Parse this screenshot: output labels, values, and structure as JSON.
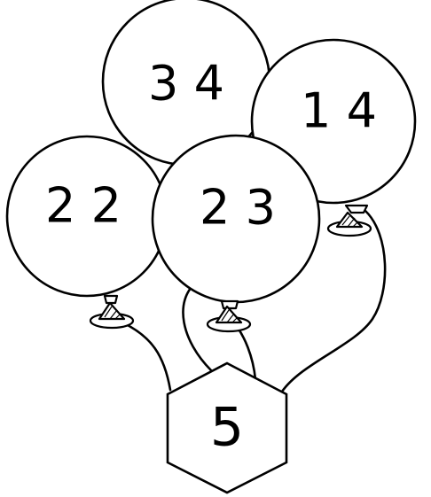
{
  "balloons": [
    {
      "id": "top-left",
      "label": "3 4"
    },
    {
      "id": "top-right",
      "label": "1 4"
    },
    {
      "id": "mid-left",
      "label": "2 2"
    },
    {
      "id": "center",
      "label": "2 3"
    }
  ],
  "hexagon": {
    "label": "5"
  }
}
